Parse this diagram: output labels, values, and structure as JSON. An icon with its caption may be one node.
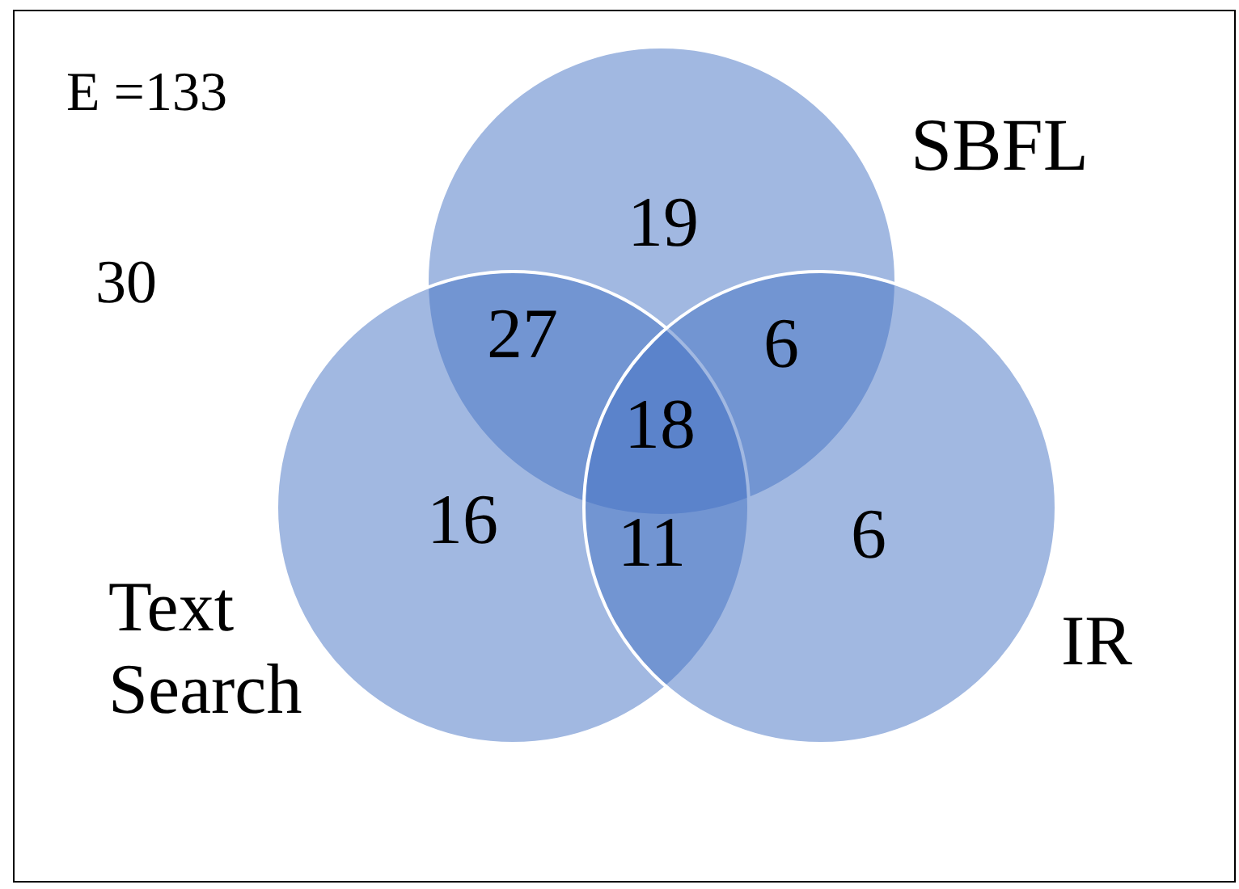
{
  "diagram": {
    "nodes": [
      {
        "text": [
          "E =133",
          "30"
        ]
      },
      {
        "text": [
          "SBFL"
        ],
        "in": 0
      },
      {
        "text": [
          "Text Search"
        ],
        "in": 0
      },
      {
        "text": [
          "IR"
        ],
        "in": 0
      }
    ],
    "labels": [
      "19",
      "27",
      "6",
      "18",
      "16",
      "11",
      "6"
    ]
  }
}
